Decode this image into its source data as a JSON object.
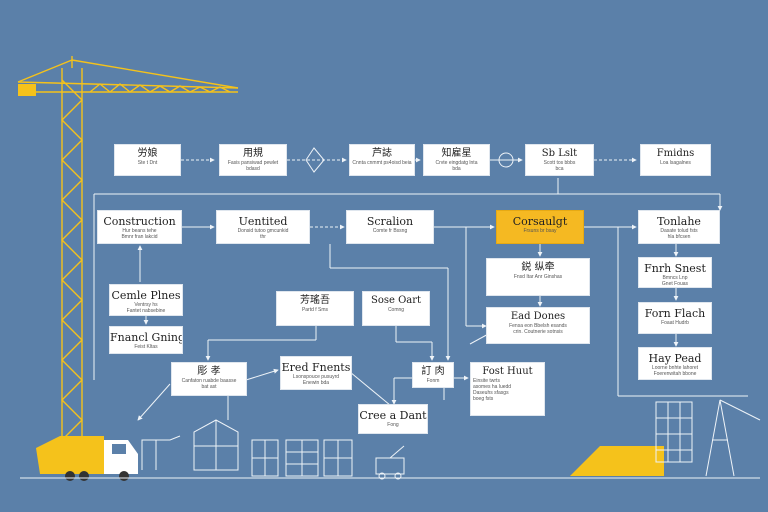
{
  "diagram": {
    "nodes": {
      "top1": {
        "title": "労娘",
        "sub": "Ste t Dnt"
      },
      "top2": {
        "title": "用規",
        "sub": "Fasis pansiwad pewlet bdasd"
      },
      "top3": {
        "title": "芦誌",
        "sub": "Cnnta cnmmt ps4oisd beia"
      },
      "top4": {
        "title": "知雇星",
        "sub": "Crvte eingdatg lnta\nbda"
      },
      "top5": {
        "title": "Sb Lslt",
        "sub": "Scott tos bbbs\nbca"
      },
      "top6": {
        "title": "Fmidns",
        "sub": "Loa lsagalnes"
      },
      "r1a": {
        "title": "Construction",
        "sub": "Hur beans tehe\nBmnr fran lakcid"
      },
      "r1b": {
        "title": "Uentited",
        "sub": "Donsid tutoo gmcunkid\nthr"
      },
      "r1c": {
        "title": "Scralion",
        "sub": "Comte fr Bssng"
      },
      "r1d": {
        "title": "Corsaulgt",
        "sub": "Frsuns br bsay"
      },
      "r1e": {
        "title": "Tonlahe",
        "sub": "Dasate tolud fsts\nhla bfcsen"
      },
      "l1": {
        "title": "Cemle Plnes",
        "sub": "Ventrsy hs\nFantet nabsebine"
      },
      "l2": {
        "title": "Fnancl Gning",
        "sub": "Feist Kltas"
      },
      "m1": {
        "title": "芳瑤吾",
        "sub": "Partd f Sms"
      },
      "m2": {
        "title": "Sose Oart",
        "sub": "Comng"
      },
      "c1": {
        "title": "鋭 纵牵",
        "sub": "Fnsd Itar Anr Ginshas"
      },
      "c2": {
        "title": "Ead Dones",
        "sub": "Fensa eon Bbelsh esands\ncrin. Coutnerie sotnsis"
      },
      "e1": {
        "title": "Fnrh Snest",
        "sub": "Bmncs Lnp\nGnet Fouas"
      },
      "e2": {
        "title": "Forn Flach",
        "sub": "Foaat Hudrb"
      },
      "e3": {
        "title": "Hay Pead",
        "sub": "Loorne bnhte lahoret\nFoerenwitah bbone"
      },
      "b1": {
        "title": "彫 孝",
        "sub": "Canfaton ruabde baasse\nbat ast"
      },
      "b2": {
        "title": "Ered Fnents",
        "sub": "Lsonspouce pusuyrd\nEnewin bda"
      },
      "b3": {
        "title": "訂 肉",
        "sub": "Fonm"
      },
      "b4": {
        "title": "Fost Huut",
        "sub": "Einsite twrts\nasomes ha luedd\nDaseuhs sfasgs\nboeg fsts"
      },
      "b5": {
        "title": "Cree a Dant",
        "sub": "Fong"
      }
    }
  }
}
